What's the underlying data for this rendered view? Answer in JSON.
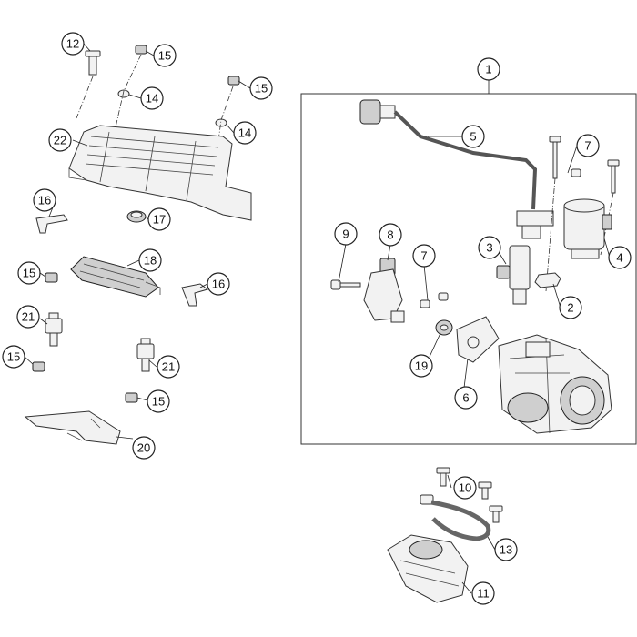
{
  "callouts": {
    "c1": "1",
    "c2": "2",
    "c3": "3",
    "c4": "4",
    "c5": "5",
    "c6": "6",
    "c7a": "7",
    "c7b": "7",
    "c8": "8",
    "c9": "9",
    "c10": "10",
    "c11": "11",
    "c12": "12",
    "c13": "13",
    "c14a": "14",
    "c14b": "14",
    "c15a": "15",
    "c15b": "15",
    "c15c": "15",
    "c15d": "15",
    "c15e": "15",
    "c16a": "16",
    "c16b": "16",
    "c17": "17",
    "c18": "18",
    "c19": "19",
    "c20": "20",
    "c21a": "21",
    "c21b": "21",
    "c22": "22"
  }
}
